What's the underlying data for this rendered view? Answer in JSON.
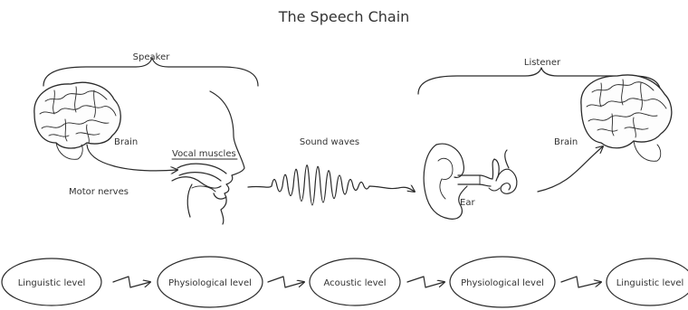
{
  "title": "The Speech Chain",
  "speaker": {
    "label": "Speaker",
    "brain_label": "Brain",
    "vocal_muscles_label": "Vocal muscles",
    "motor_nerves_label": "Motor nerves"
  },
  "sound_waves_label": "Sound waves",
  "listener": {
    "label": "Listener",
    "ear_label": "Ear",
    "brain_label": "Brain"
  },
  "levels": [
    "Linguistic level",
    "Physiological level",
    "Acoustic level",
    "Physiological level",
    "Linguistic level"
  ]
}
